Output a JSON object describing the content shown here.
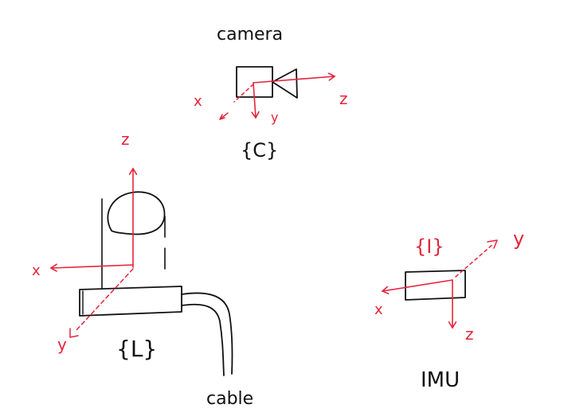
{
  "colors": {
    "ink": "#111111",
    "axis": "#e5243b",
    "background": "#ffffff"
  },
  "camera": {
    "title": "camera",
    "frame": "{C}",
    "axes": {
      "x": "x",
      "y": "y",
      "z": "z"
    }
  },
  "lidar": {
    "frame": "{L}",
    "axes": {
      "x": "x",
      "y": "y",
      "z": "z"
    },
    "cable_label": "cable"
  },
  "imu": {
    "title": "IMU",
    "frame": "{I}",
    "axes": {
      "x": "x",
      "y": "y",
      "z": "z"
    }
  }
}
